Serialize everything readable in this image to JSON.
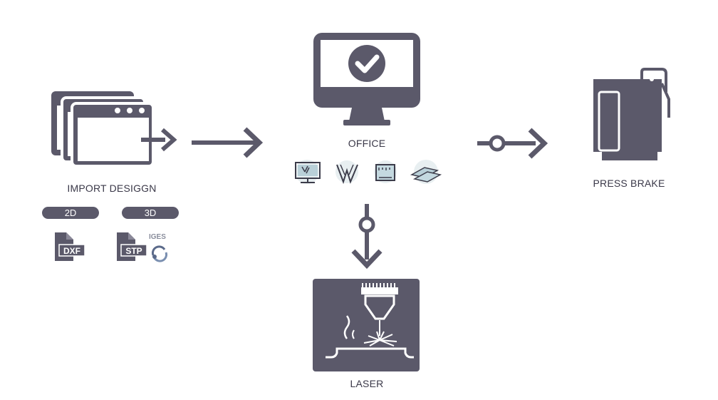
{
  "colors": {
    "primary": "#5b596a",
    "text": "#3a3848",
    "background": "#ffffff",
    "icon_light": "#d8e4e8"
  },
  "nodes": {
    "import": {
      "label": "IMPORT DESIGGN",
      "badges": [
        "2D",
        "3D"
      ],
      "files": [
        {
          "label": "DXF",
          "icon": "dxf-file-icon"
        },
        {
          "label": "STP",
          "icon": "stp-file-icon"
        }
      ],
      "iges_label": "IGES"
    },
    "office": {
      "label": "OFFICE",
      "tool_icons": [
        "monitor-software-icon",
        "bend-tool-icon",
        "ruler-icon",
        "sheet-metal-icon"
      ]
    },
    "press_brake": {
      "label": "PRESS BRAKE"
    },
    "laser": {
      "label": "LASER"
    }
  },
  "edges": [
    {
      "from": "import",
      "to": "office",
      "style": "arrow"
    },
    {
      "from": "office",
      "to": "press_brake",
      "style": "connector-arrow"
    },
    {
      "from": "office",
      "to": "laser",
      "style": "connector-arrow"
    }
  ]
}
